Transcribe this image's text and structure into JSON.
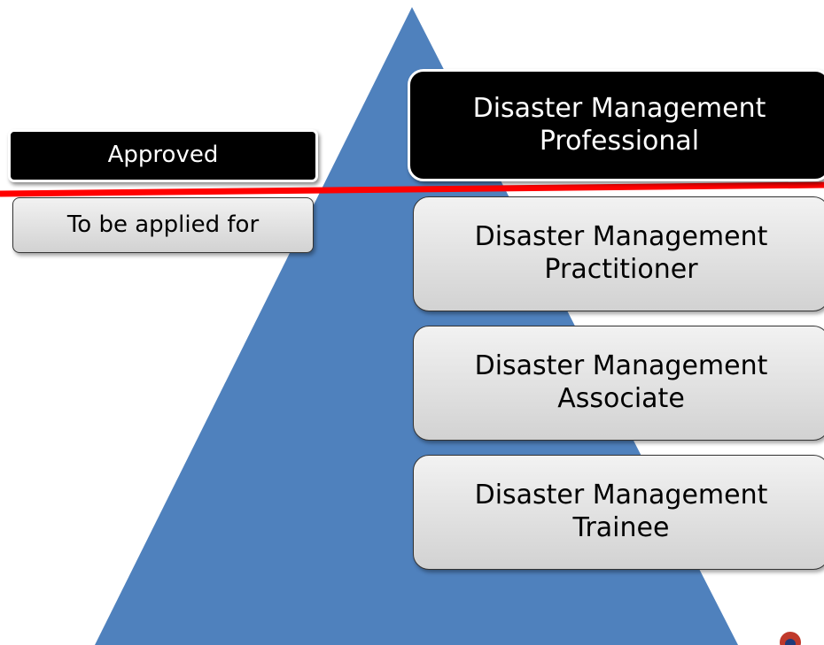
{
  "legend": {
    "approved": "Approved",
    "to_be_applied": "To be applied for"
  },
  "levels": [
    {
      "line1": "Disaster Management",
      "line2": "Professional",
      "status": "approved"
    },
    {
      "line1": "Disaster Management",
      "line2": "Practitioner",
      "status": "to-be-applied"
    },
    {
      "line1": "Disaster Management",
      "line2": "Associate",
      "status": "to-be-applied"
    },
    {
      "line1": "Disaster Management",
      "line2": "Trainee",
      "status": "to-be-applied"
    }
  ],
  "colors": {
    "pyramid": "#4f81bd",
    "divider": "#ff0000",
    "approved_fill": "#000000",
    "pending_fill": "#d9d9d9"
  }
}
